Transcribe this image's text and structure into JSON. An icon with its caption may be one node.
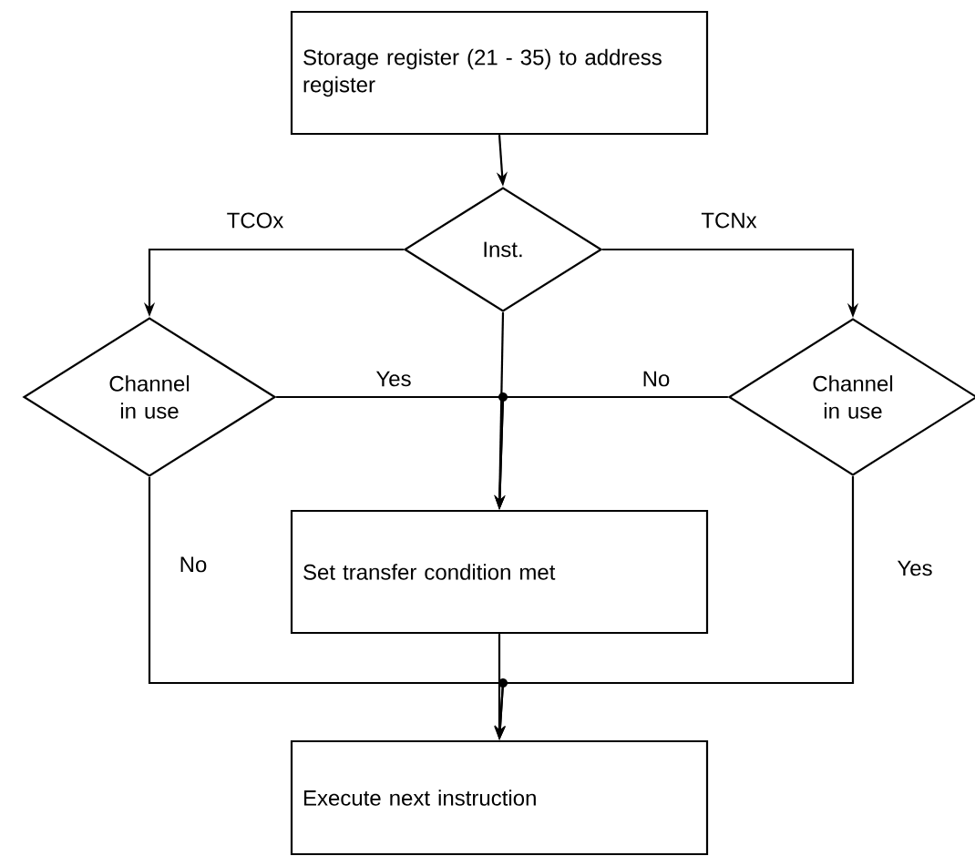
{
  "diagram": {
    "nodes": [
      {
        "text": [
          "Storage register (21 - 35) to address register"
        ]
      },
      {
        "text": [
          "Inst."
        ]
      },
      {
        "text": [
          "Channel in use"
        ]
      },
      {
        "text": [
          "Channel in use"
        ]
      },
      {
        "text": [
          "Set transfer condition met"
        ]
      },
      {
        "text": [
          "Execute next instruction"
        ]
      }
    ],
    "edges": [
      {
        "from": 0,
        "to": 1,
        "arrow": "to"
      },
      {
        "from": 1,
        "to": 2,
        "arrow": "to",
        "label": "TCOx"
      },
      {
        "from": 1,
        "to": 3,
        "arrow": "to",
        "label": "TCNx"
      },
      {
        "from": 1,
        "to": 4,
        "arrow": "to"
      },
      {
        "from": 2,
        "to": 4,
        "arrow": "to",
        "label": "Yes"
      },
      {
        "from": 3,
        "to": 4,
        "arrow": "to",
        "label": "No"
      },
      {
        "from": 2,
        "to": 5,
        "arrow": "to",
        "label": "No"
      },
      {
        "from": 3,
        "to": 5,
        "arrow": "to",
        "label": "Yes"
      },
      {
        "from": 4,
        "to": 5,
        "arrow": "to"
      }
    ]
  }
}
